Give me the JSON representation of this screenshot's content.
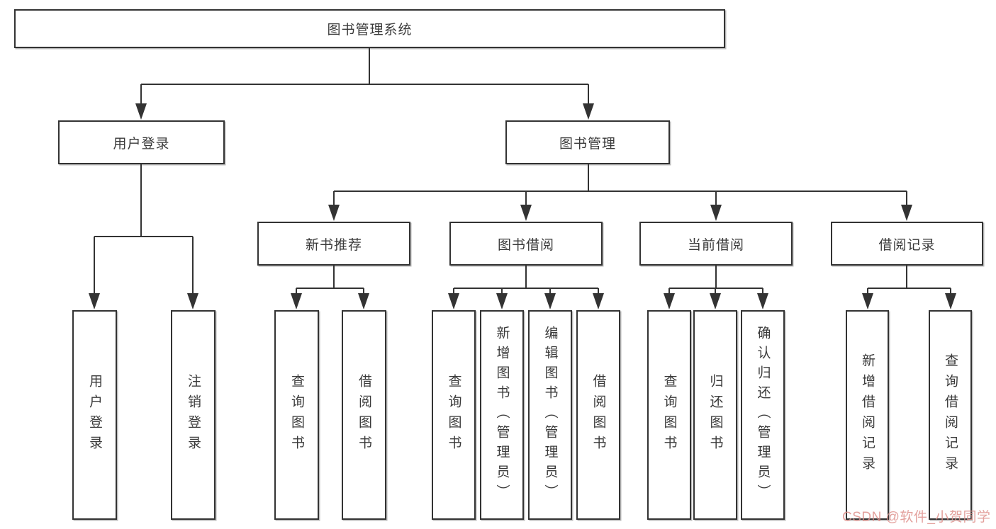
{
  "nodes": {
    "root": "图书管理系统",
    "user_login": "用户登录",
    "book_mgmt": "图书管理",
    "new_book_rec": "新书推荐",
    "book_borrow": "图书借阅",
    "current_borrow": "当前借阅",
    "borrow_records": "借阅记录",
    "user_login_action": "用户登录",
    "logout_action": "注销登录",
    "nbr_query_book": "查询图书",
    "nbr_borrow_book": "借阅图书",
    "bb_query_book": "查询图书",
    "bb_add_book": "新增图书（管理员）",
    "bb_edit_book": "编辑图书（管理员）",
    "bb_borrow_book": "借阅图书",
    "cb_query_book": "查询图书",
    "cb_return_book": "归还图书",
    "cb_confirm_return": "确认归还（管理员）",
    "br_add_record": "新增借阅记录",
    "br_query_record": "查询借阅记录"
  },
  "structure": {
    "root": [
      "user_login",
      "book_mgmt"
    ],
    "user_login": [
      "user_login_action",
      "logout_action"
    ],
    "book_mgmt": [
      "new_book_rec",
      "book_borrow",
      "current_borrow",
      "borrow_records"
    ],
    "new_book_rec": [
      "nbr_query_book",
      "nbr_borrow_book"
    ],
    "book_borrow": [
      "bb_query_book",
      "bb_add_book",
      "bb_edit_book",
      "bb_borrow_book"
    ],
    "current_borrow": [
      "cb_query_book",
      "cb_return_book",
      "cb_confirm_return"
    ],
    "borrow_records": [
      "br_add_record",
      "br_query_record"
    ]
  },
  "watermark": "CSDN @软件_小贺同学",
  "colors": {
    "line": "#333333",
    "box_border": "#333333",
    "box_background": "#ffffff",
    "watermark": "#de918c"
  }
}
